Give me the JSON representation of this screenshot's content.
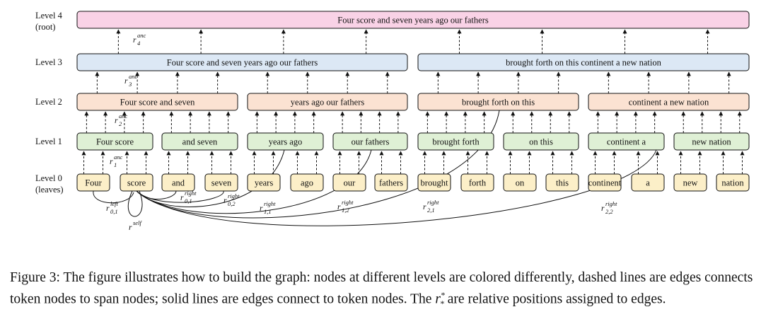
{
  "levels": [
    {
      "label": "Level 4",
      "sublabel": "(root)"
    },
    {
      "label": "Level 3",
      "sublabel": ""
    },
    {
      "label": "Level 2",
      "sublabel": ""
    },
    {
      "label": "Level 1",
      "sublabel": ""
    },
    {
      "label": "Level 0",
      "sublabel": "(leaves)"
    }
  ],
  "colors": {
    "level4": "#f9d2e6",
    "level3": "#dce8f5",
    "level2": "#fbe2d2",
    "level1": "#dff0d5",
    "level0": "#fcefc8"
  },
  "nodes": {
    "level4": [
      "Four score and seven years ago our fathers"
    ],
    "level3": [
      "Four score and seven years ago our fathers",
      "brought forth on this continent a new nation"
    ],
    "level2": [
      "Four score and seven",
      "years ago our fathers",
      "brought forth on this",
      "continent a new nation"
    ],
    "level1": [
      "Four score",
      "and seven",
      "years ago",
      "our fathers",
      "brought forth",
      "on this",
      "continent a",
      "new nation"
    ],
    "level0": [
      "Four",
      "score",
      "and",
      "seven",
      "years",
      "ago",
      "our",
      "fathers",
      "brought",
      "forth",
      "on",
      "this",
      "continent",
      "a",
      "new",
      "nation"
    ]
  },
  "edge_labels": [
    {
      "base": "r",
      "sub": "4",
      "sup": "anc"
    },
    {
      "base": "r",
      "sub": "3",
      "sup": "anc"
    },
    {
      "base": "r",
      "sub": "2",
      "sup": "anc"
    },
    {
      "base": "r",
      "sub": "1",
      "sup": "anc"
    },
    {
      "base": "r",
      "sub": "0,1",
      "sup": "left"
    },
    {
      "base": "r",
      "sub": "",
      "sup": "self"
    },
    {
      "base": "r",
      "sub": "0,1",
      "sup": "right"
    },
    {
      "base": "r",
      "sub": "0,2",
      "sup": "right"
    },
    {
      "base": "r",
      "sub": "1,1",
      "sup": "right"
    },
    {
      "base": "r",
      "sub": "1,2",
      "sup": "right"
    },
    {
      "base": "r",
      "sub": "2,1",
      "sup": "right"
    },
    {
      "base": "r",
      "sub": "2,2",
      "sup": "right"
    }
  ],
  "caption": "Figure 3: The figure illustrates how to build the graph: nodes at different levels are colored differently, dashed lines are edges connects token nodes to span nodes; solid lines are edges connect to token nodes. The r*_* are relative positions assigned to edges.",
  "caption_parts": {
    "before": "Figure 3: The figure illustrates how to build the graph: nodes at different levels are colored differently, dashed lines are edges connects token nodes to span nodes; solid lines are edges connect to token nodes. The ",
    "symbol": "r",
    "symbol_sup": "*",
    "symbol_sub": "*",
    "after": " are relative positions assigned to edges."
  }
}
